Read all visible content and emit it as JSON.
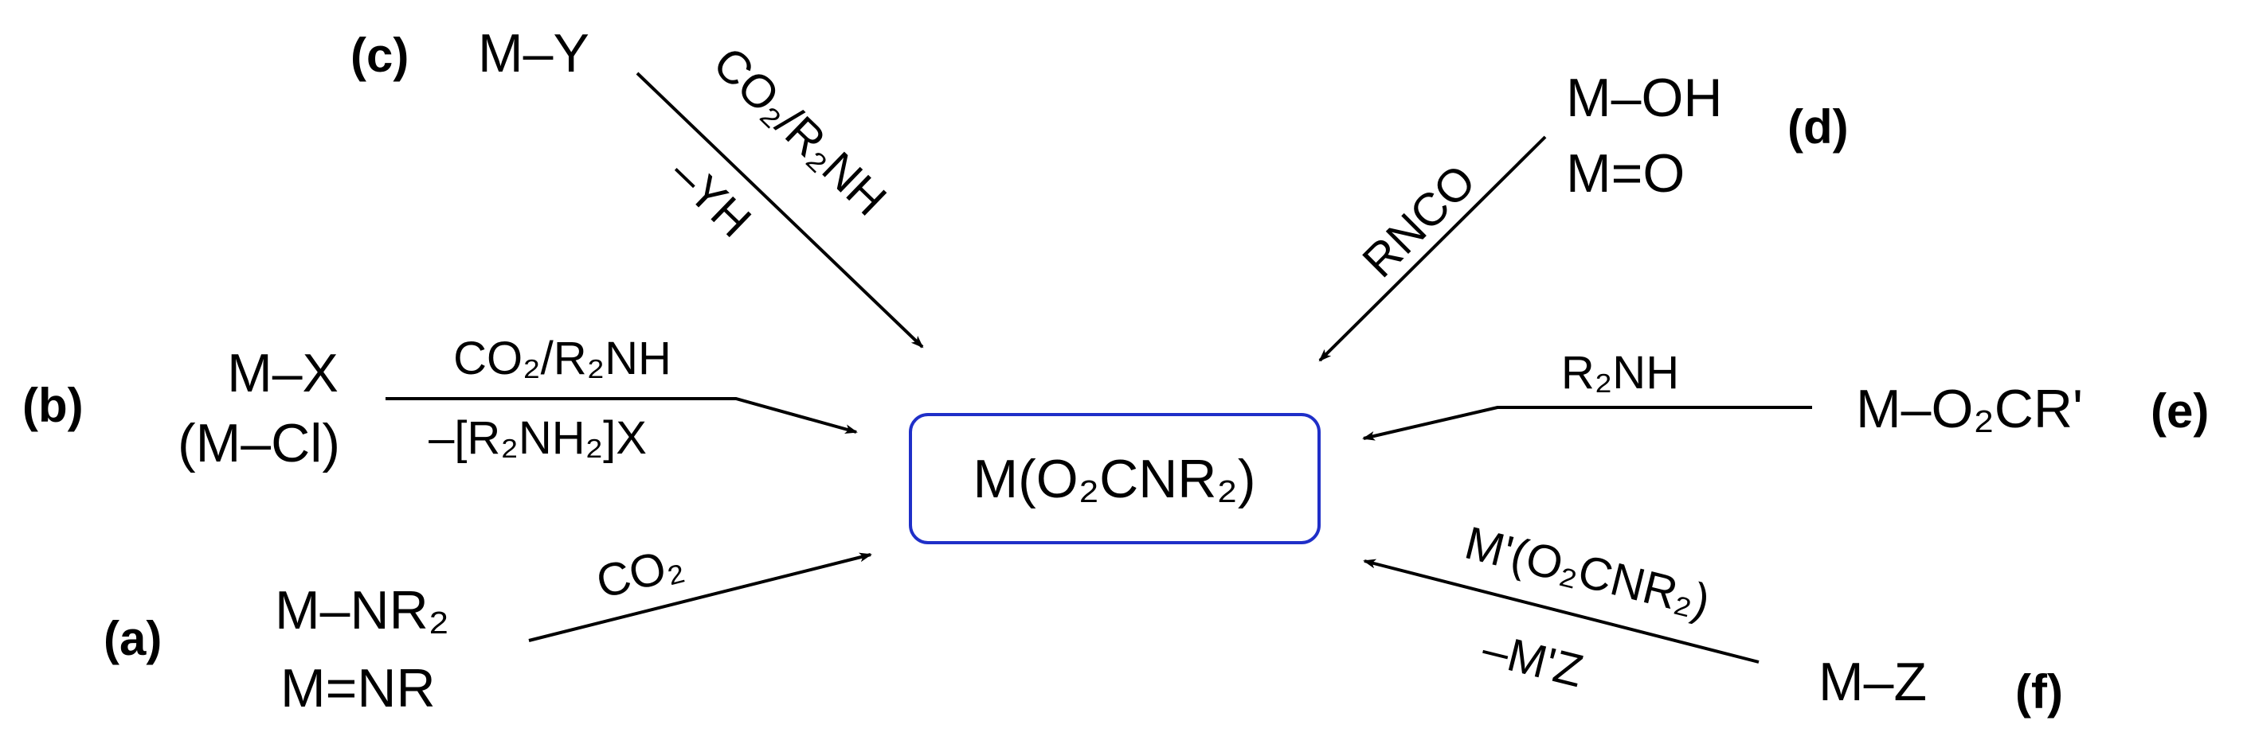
{
  "product": {
    "text": "M(O₂CNR₂)",
    "box_color": "#1f2fc8"
  },
  "routes": {
    "a": {
      "label": "(a)",
      "reactant_line1": "M–NR₂",
      "reactant_line2": "M=NR",
      "reagent_top": "CO₂",
      "reagent_bottom": ""
    },
    "b": {
      "label": "(b)",
      "reactant_line1": "M–X",
      "reactant_line2": "(M–Cl)",
      "reagent_top": "CO₂/R₂NH",
      "reagent_bottom": "–[R₂NH₂]X"
    },
    "c": {
      "label": "(c)",
      "reactant_line1": "M–Y",
      "reagent_top": "CO₂/R₂NH",
      "reagent_bottom": "–YH"
    },
    "d": {
      "label": "(d)",
      "reactant_line1": "M–OH",
      "reactant_line2": "M=O",
      "reagent_top": "RNCO"
    },
    "e": {
      "label": "(e)",
      "reactant_line1": "M–O₂CR'",
      "reagent_top": "R₂NH"
    },
    "f": {
      "label": "(f)",
      "reactant_line1": "M–Z",
      "reagent_top": "M'(O₂CNR₂)",
      "reagent_bottom": "–M'Z"
    }
  }
}
